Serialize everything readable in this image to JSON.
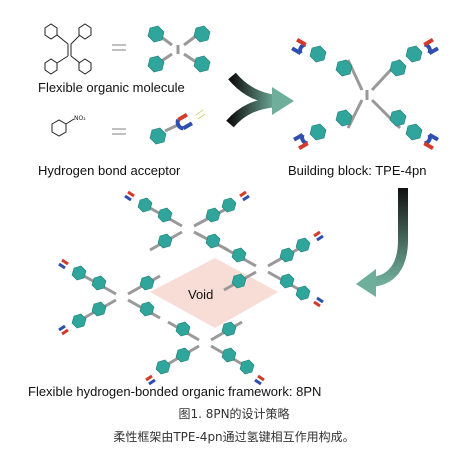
{
  "labels": {
    "flexible_molecule": "Flexible organic molecule",
    "acceptor": "Hydrogen bond acceptor",
    "building_block": "Building block: TPE-4pn",
    "void": "Void",
    "framework": "Flexible hydrogen-bonded organic framework: 8PN",
    "no2": "NO₂"
  },
  "caption": {
    "title": "图1. 8PN的设计策略",
    "text": "柔性框架由TPE-4pn通过氢键相互作用构成。"
  },
  "colors": {
    "ring": "#2fa59b",
    "ring_dark": "#1f7f77",
    "magnet_red": "#d33a2c",
    "magnet_blue": "#2f4fb0",
    "arrow": "#2f7a66",
    "void_fill": "#f6d9d0"
  }
}
